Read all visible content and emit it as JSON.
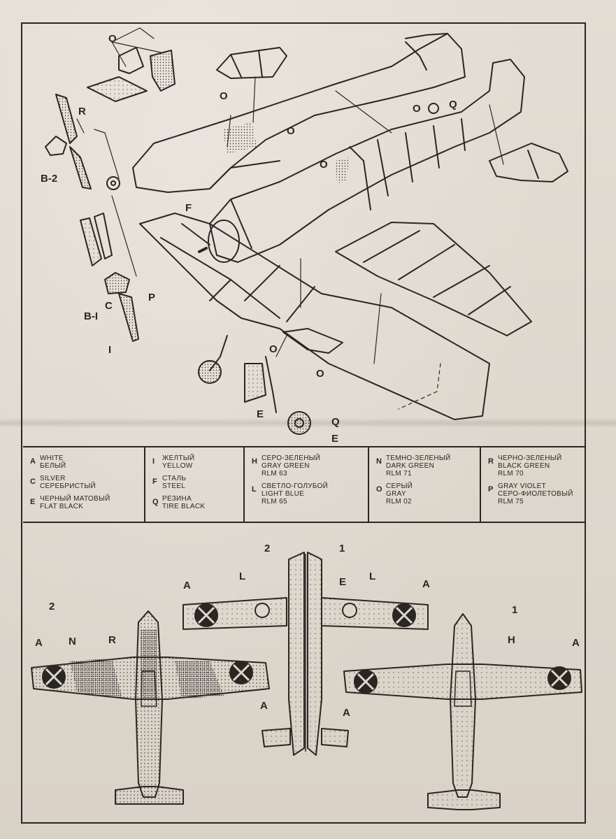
{
  "top_labels": {
    "O1": "O",
    "R": "R",
    "B2": "B-2",
    "O2": "O",
    "O3": "O",
    "O4": "O",
    "Q1": "Q",
    "O5": "O",
    "F": "F",
    "C": "C",
    "P": "P",
    "B1": "B-I",
    "I": "I",
    "O6": "O",
    "O7": "O",
    "E1": "E",
    "Q2": "Q",
    "E2": "E"
  },
  "legend": [
    {
      "code": "A",
      "lines": [
        "WHITE",
        "БЕЛЫЙ"
      ]
    },
    {
      "code": "C",
      "lines": [
        "SILVER",
        "СЕРЕБРИСТЫЙ"
      ]
    },
    {
      "code": "E",
      "lines": [
        "ЧЕРНЫЙ МАТОВЫЙ",
        "FLAT BLACK"
      ]
    },
    {
      "code": "I",
      "lines": [
        "ЖЕЛТЫЙ",
        "YELLOW"
      ]
    },
    {
      "code": "F",
      "lines": [
        "СТАЛЬ",
        "STEEL"
      ]
    },
    {
      "code": "Q",
      "lines": [
        "РЕЗИНА",
        "TIRE BLACK"
      ]
    },
    {
      "code": "H",
      "lines": [
        "СЕРО-ЗЕЛЕНЫЙ",
        "GRAY GREEN",
        "RLM 63"
      ]
    },
    {
      "code": "L",
      "lines": [
        "СВЕТЛО-ГОЛУБОЙ",
        "LIGHT BLUE",
        "RLM 65"
      ]
    },
    {
      "code": "N",
      "lines": [
        "ТЕМНО-ЗЕЛЕНЫЙ",
        "DARK GREEN",
        "RLM 71"
      ]
    },
    {
      "code": "O",
      "lines": [
        "СЕРЫЙ",
        "GRAY",
        "RLM 02"
      ]
    },
    {
      "code": "R",
      "lines": [
        "ЧЕРНО-ЗЕЛЕНЫЙ",
        "BLACK GREEN",
        "RLM 70"
      ]
    },
    {
      "code": "P",
      "lines": [
        "GRAY VIOLET",
        "СЕРО-ФИОЛЕТОВЫЙ",
        "RLM 75"
      ]
    }
  ],
  "bottom_labels": {
    "v2_top": "2",
    "v1_top": "1",
    "v2_left": "2",
    "v1_right": "1",
    "A_left": "A",
    "N": "N",
    "R": "R",
    "A_left2": "A",
    "A_mid_left": "A",
    "L_left": "L",
    "E": "E",
    "L_right": "L",
    "A_mid_right": "A",
    "H": "H",
    "A_right": "A",
    "A_right2": "A"
  },
  "colors": {
    "ink": "#2a2622",
    "paper": "#ddd7cd"
  }
}
